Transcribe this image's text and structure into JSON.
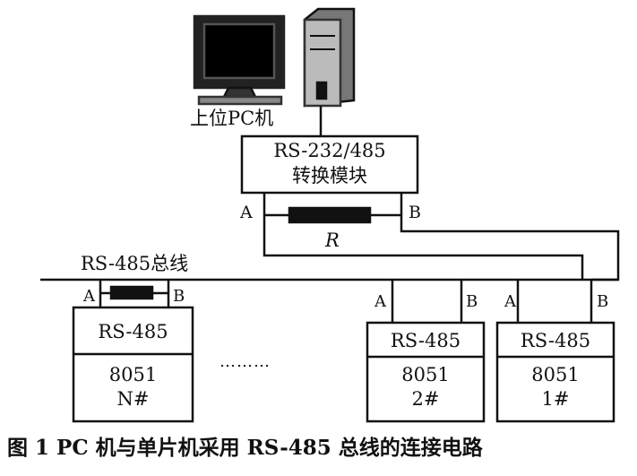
{
  "pc_label": "上位PC机",
  "converter": {
    "line1": "RS-232/485",
    "line2": "转换模块"
  },
  "resistor_label": "R",
  "bus_label": "RS-485总线",
  "pins": {
    "a": "A",
    "b": "B"
  },
  "nodes": [
    {
      "chip": "RS-485",
      "mcu": "8051",
      "id": "N#"
    },
    {
      "chip": "RS-485",
      "mcu": "8051",
      "id": "2#"
    },
    {
      "chip": "RS-485",
      "mcu": "8051",
      "id": "1#"
    }
  ],
  "ellipsis": "………",
  "caption": "图 1  PC 机与单片机采用 RS-485 总线的连接电路"
}
